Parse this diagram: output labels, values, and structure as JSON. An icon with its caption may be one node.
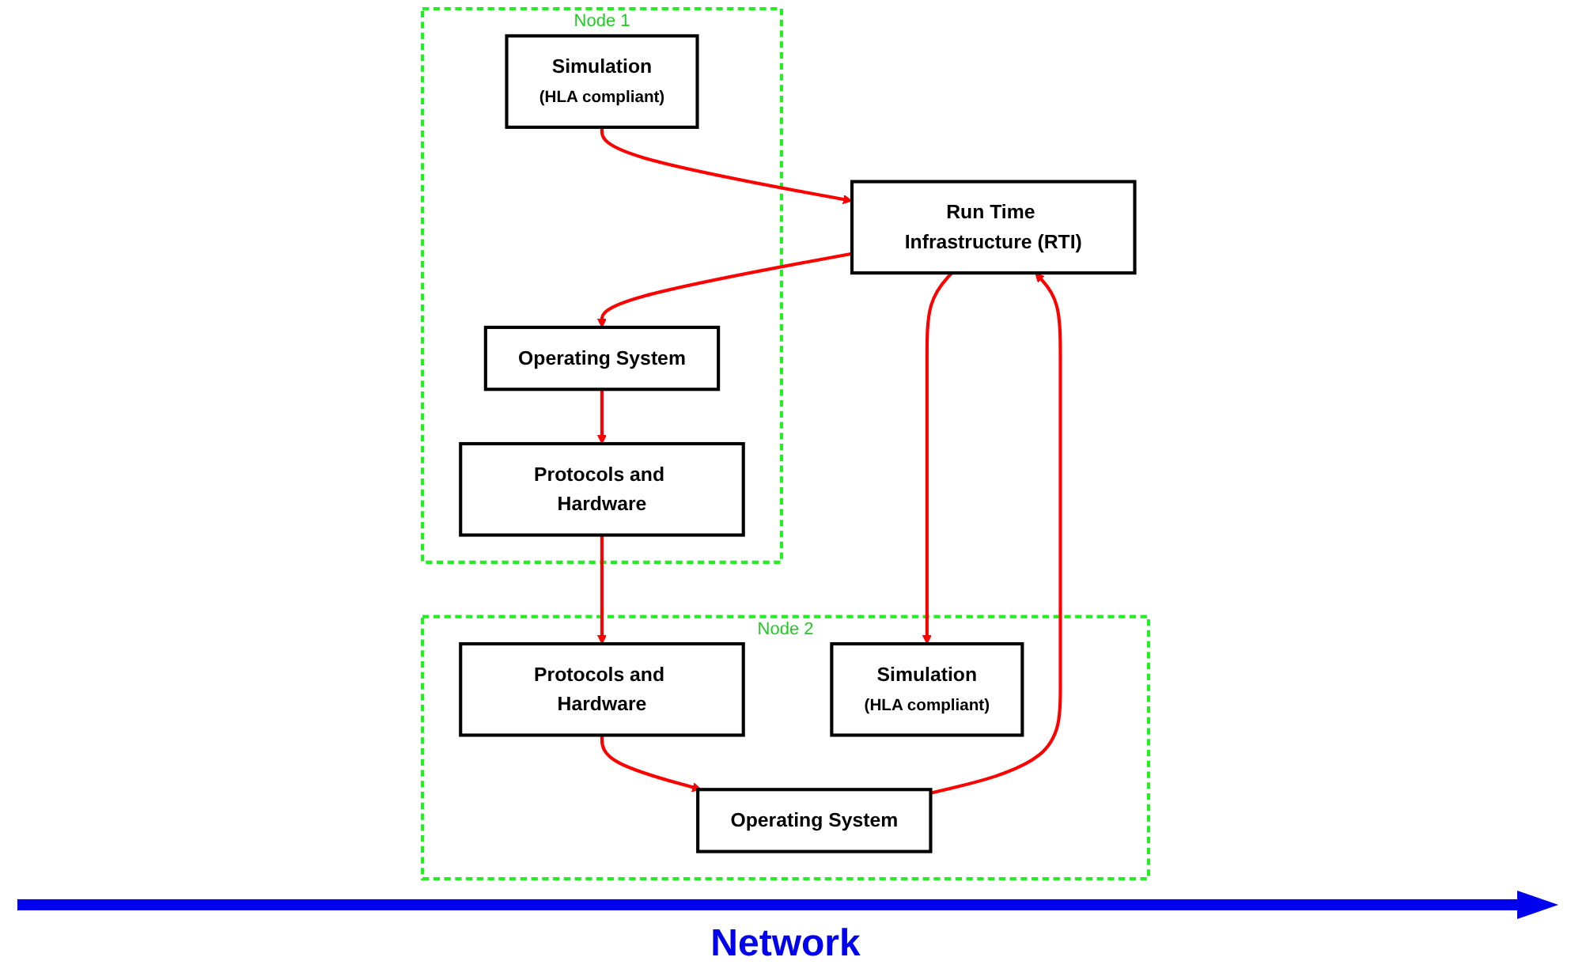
{
  "diagram": {
    "nodes": [
      {
        "text": [
          "Node 1"
        ]
      },
      {
        "text": [
          "Simulation",
          "(HLA compliant)"
        ],
        "in": 0
      },
      {
        "text": [
          "Node 2"
        ]
      },
      {
        "text": [
          "Simulation",
          "(HLA compliant)"
        ],
        "in": 2
      },
      {
        "text": [
          "Run Time Infrastructure (RTI)"
        ]
      },
      {
        "text": [
          "Operating System"
        ],
        "in": 0
      },
      {
        "text": [
          "Operating System"
        ],
        "in": 2
      },
      {
        "text": [
          "Protocols and Hardware"
        ],
        "in": 0
      },
      {
        "text": [
          "Protocols and Hardware"
        ],
        "in": 2
      }
    ],
    "edges": [
      {
        "from": 1,
        "to": 4,
        "arrow": "to"
      },
      {
        "from": 4,
        "to": 5,
        "arrow": "to"
      },
      {
        "from": 5,
        "to": 7,
        "arrow": "to"
      },
      {
        "from": 7,
        "to": 8,
        "arrow": "to"
      },
      {
        "from": 8,
        "to": 6,
        "arrow": "to"
      },
      {
        "from": 6,
        "to": 4,
        "arrow": "to"
      },
      {
        "from": 4,
        "to": 3,
        "arrow": "to"
      }
    ],
    "labels": [
      "Network"
    ]
  }
}
